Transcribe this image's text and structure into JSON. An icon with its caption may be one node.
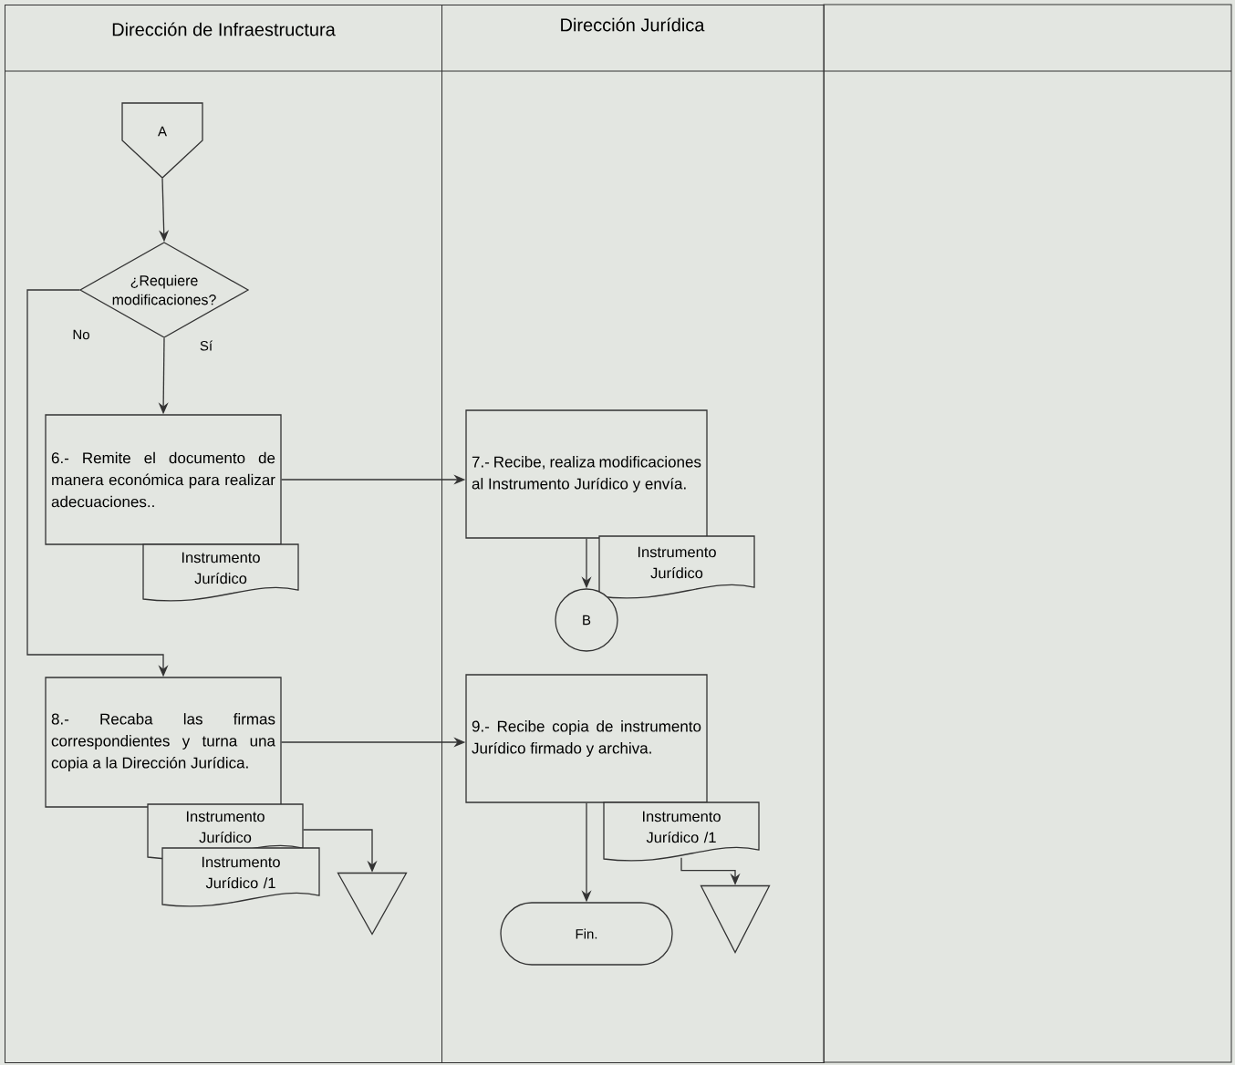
{
  "diagram": {
    "nodes": [
      {
        "text": [
          "Dirección de Infraestructura"
        ]
      },
      {
        "text": [
          "Dirección Jurídica"
        ]
      },
      {
        "text": [
          "A"
        ],
        "in": 0
      },
      {
        "text": [
          "¿Requiere modificaciones?"
        ],
        "in": 0
      },
      {
        "text": [
          "6.- Remite el documento de manera económica para realizar adecuaciones.."
        ],
        "in": 0
      },
      {
        "text": [
          "Instrumento Jurídico"
        ],
        "in": 0
      },
      {
        "text": [
          "8.- Recaba las firmas correspondientes y turna una copia a la Dirección Jurídica."
        ],
        "in": 0
      },
      {
        "text": [
          "Instrumento Jurídico"
        ],
        "in": 0
      },
      {
        "text": [
          "Instrumento Jurídico /1"
        ],
        "in": 0
      },
      {
        "text": [],
        "shape": "triangle",
        "in": 0
      },
      {
        "text": [
          "7.- Recibe, realiza modificaciones al Instrumento Jurídico y envía."
        ],
        "in": 1
      },
      {
        "text": [
          "Instrumento Jurídico"
        ],
        "in": 1
      },
      {
        "text": [
          "B"
        ],
        "in": 1
      },
      {
        "text": [
          "9.- Recibe copia de instrumento Jurídico firmado y archiva."
        ],
        "in": 1
      },
      {
        "text": [
          "Instrumento Jurídico /1"
        ],
        "in": 1
      },
      {
        "text": [
          "Fin."
        ],
        "in": 1
      },
      {
        "text": [],
        "shape": "triangle",
        "in": 1
      }
    ],
    "edges": [
      {
        "from": 2,
        "to": 3,
        "arrow": "to"
      },
      {
        "from": 3,
        "to": 4,
        "arrow": "to",
        "label": "Sí"
      },
      {
        "from": 3,
        "to": 6,
        "arrow": "to",
        "label": "No"
      },
      {
        "from": 4,
        "to": 10,
        "arrow": "to"
      },
      {
        "from": 10,
        "to": 12,
        "arrow": "to"
      },
      {
        "from": 6,
        "to": 13,
        "arrow": "to"
      },
      {
        "from": 7,
        "to": 9,
        "arrow": "to"
      },
      {
        "from": 13,
        "to": 15,
        "arrow": "to"
      },
      {
        "from": 14,
        "to": 16,
        "arrow": "to"
      }
    ]
  }
}
